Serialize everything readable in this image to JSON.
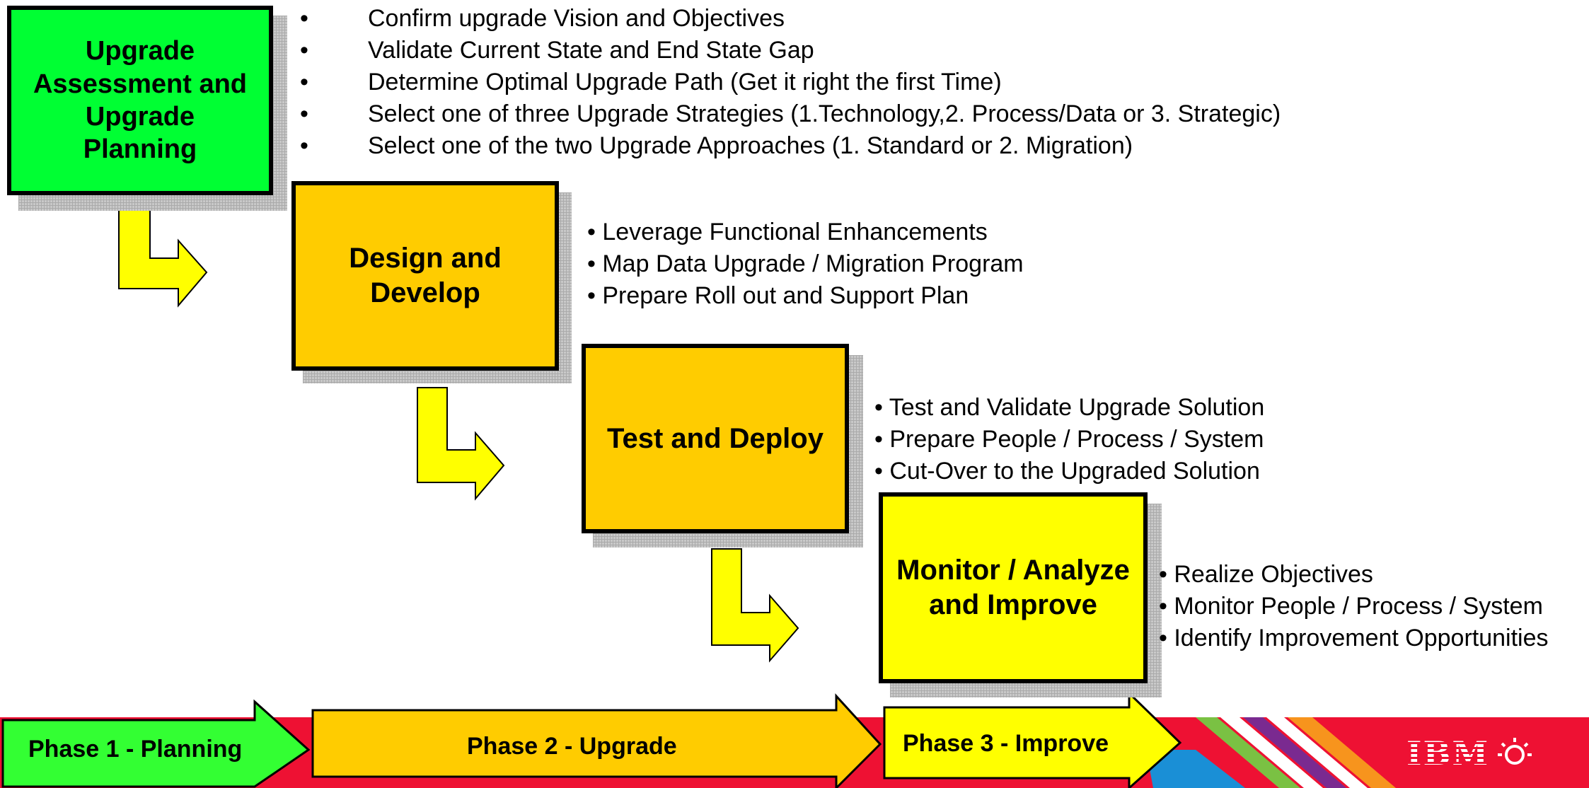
{
  "phases": [
    {
      "title": "Upgrade Assessment and Upgrade Planning",
      "title_lines": [
        "Upgrade",
        "Assessment and",
        "Upgrade",
        "Planning"
      ],
      "bullets": [
        "Confirm upgrade Vision and Objectives",
        "Validate Current State and End State Gap",
        "Determine Optimal Upgrade Path (Get it right the first Time)",
        "Select one of three Upgrade Strategies (1.Technology,2. Process/Data  or 3. Strategic)",
        "Select one of the two Upgrade Approaches (1. Standard or 2. Migration)"
      ]
    },
    {
      "title": "Design and Develop",
      "title_lines": [
        "Design and",
        "Develop"
      ],
      "bullets": [
        "Leverage Functional Enhancements",
        "Map Data Upgrade / Migration Program",
        "Prepare Roll out and Support Plan"
      ]
    },
    {
      "title": "Test and Deploy",
      "title_lines": [
        "Test and Deploy"
      ],
      "bullets": [
        "Test and Validate Upgrade Solution",
        "Prepare People / Process / System",
        "Cut-Over to the Upgraded Solution"
      ]
    },
    {
      "title": "Monitor / Analyze and Improve",
      "title_lines": [
        "Monitor / Analyze",
        "and Improve"
      ],
      "bullets": [
        "Realize Objectives",
        "Monitor People / Process / System",
        "Identify Improvement Opportunities"
      ]
    }
  ],
  "banner": {
    "phase1": "Phase 1 - Planning",
    "phase2": "Phase 2 - Upgrade",
    "phase3": "Phase 3 - Improve",
    "logo_text": "IBM"
  },
  "colors": {
    "green": "#00ff33",
    "gold": "#ffcc00",
    "yellow": "#ffff00",
    "red": "#ee1133",
    "banner_green": "#33ff33"
  },
  "icons": [
    "down-right-arrow-icon",
    "phase-arrow-icon",
    "globe-icon"
  ]
}
